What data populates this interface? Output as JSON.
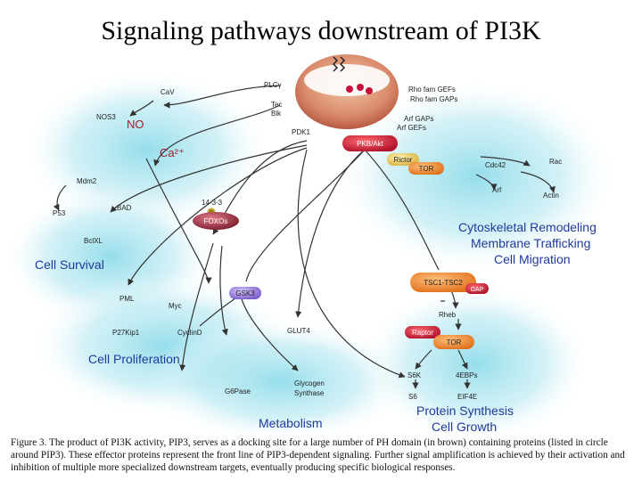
{
  "title": "Signaling pathways downstream of PI3K",
  "caption": "Figure 3. The product of PI3K activity, PIP3, serves as a docking site for a large number of PH domain (in brown) containing proteins (listed in circle around PIP3). These effector proteins represent the front line of PIP3-dependent signaling. Further signal amplification is achieved by their activation and inhibition of multiple more specialized downstream targets, eventually producing specific biological responses.",
  "nodes": {
    "cav": "CaV",
    "plcg": "PLCγ",
    "nos3": "NOS3",
    "no": "NO",
    "tec": "Tec",
    "blk": "Blk",
    "ca": "Ca²⁺",
    "pdk1": "PDK1",
    "pkb": "PKB/Akt",
    "rho_gefs": "Rho fam GEFs",
    "rho_gaps": "Rho fam GAPs",
    "arf_gaps": "Arf GAPs",
    "arf_gefs": "Arf GEFs",
    "rictor": "Rictor",
    "tor1": "TOR",
    "cdc42": "Cdc42",
    "rac": "Rac",
    "arf": "Arf",
    "actin": "Actin",
    "mdm2": "Mdm2",
    "p53": "P53",
    "bad": "BAD",
    "bclxl": "BclXL",
    "p1433": "14-3-3",
    "foxos": "FOXOs",
    "pml": "PML",
    "myc": "Myc",
    "gsk3": "GSK3",
    "glut4": "GLUT4",
    "tsc": "TSC1-TSC2",
    "gap": "GAP",
    "rheb": "Rheb",
    "raptor": "Raptor",
    "tor2": "TOR",
    "p27": "P27Kip1",
    "cyclind": "CyclinD",
    "s6k": "S6K",
    "ebps": "4EBPs",
    "s6": "S6",
    "eif4e": "EIF4E",
    "g6pase": "G6Pase",
    "glycogen1": "Glycogen",
    "glycogen2": "Synthase",
    "p": "P"
  },
  "outcomes": {
    "cell_survival": "Cell Survival",
    "cytoskeletal": "Cytoskeletal Remodeling",
    "membrane": "Membrane Trafficking",
    "migration": "Cell Migration",
    "proliferation": "Cell Proliferation",
    "metabolism": "Metabolism",
    "protein_synthesis": "Protein Synthesis",
    "cell_growth": "Cell Growth"
  },
  "colors": {
    "glow": "#7fd6e6",
    "pkb": "#c8103a",
    "tor": "#ee8a2a",
    "rictor": "#f2d26a",
    "foxo": "#9a2a3a",
    "gsk3": "#8a6ad0",
    "outcome_blue": "#1f3a9a",
    "outcome_red": "#a0202c"
  }
}
